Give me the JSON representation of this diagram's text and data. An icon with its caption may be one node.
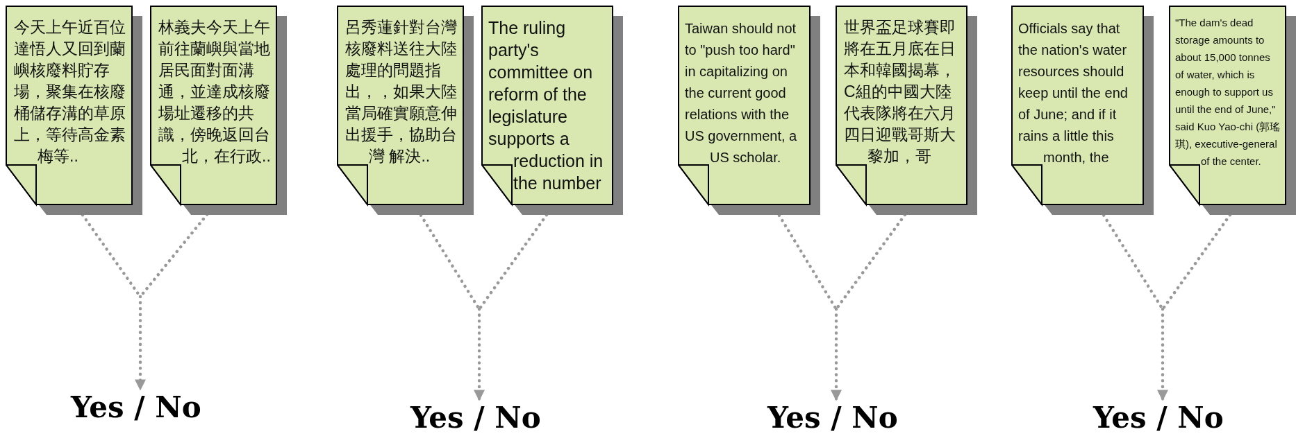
{
  "diagram": {
    "nodes": [
      {
        "text": [
          "今天上午近百位達悟人又回到蘭嶼核廢料貯存場，聚集在核廢桶儲存溝的草原上，等待高金素梅等.."
        ]
      },
      {
        "text": [
          "林義夫今天上午前往蘭嶼與當地居民面對面溝通，並達成核廢場址遷移的共識，傍晚返回台北，在行政.."
        ]
      },
      {
        "text": [
          "呂秀蓮針對台灣核廢料送往大陸處理的問題指出，，如果大陸當局確實願意伸出援手，協助台灣 解決.."
        ]
      },
      {
        "text": [
          "The ruling party's committee on reform of the legislature supports a reduction in the number"
        ]
      },
      {
        "text": [
          "Taiwan should not to \"push too hard\" in capitalizing on the current good relations with the US government, a US scholar."
        ]
      },
      {
        "text": [
          "世界盃足球賽即將在五月底在日本和韓國揭幕，C組的中國大陸代表隊將在六月四日迎戰哥斯大黎加，哥"
        ]
      },
      {
        "text": [
          "Officials say that the nation's water resources should keep until the end of June; and if it rains a little this month, the"
        ]
      },
      {
        "text": [
          "\"The dam's dead storage amounts to about 15,000 tonnes of water, which is enough to support us until the end of June,\" said Kuo Yao-chi (郭瑤琪), executive-general of the center."
        ]
      },
      {
        "text": [
          "Yes / No"
        ]
      },
      {
        "text": [
          "Yes / No"
        ]
      },
      {
        "text": [
          "Yes / No"
        ]
      },
      {
        "text": [
          "Yes / No"
        ]
      }
    ],
    "edges": [
      {
        "from": 0,
        "to": 8,
        "arrow": "to"
      },
      {
        "from": 1,
        "to": 8,
        "arrow": "to"
      },
      {
        "from": 2,
        "to": 9,
        "arrow": "to"
      },
      {
        "from": 3,
        "to": 9,
        "arrow": "to"
      },
      {
        "from": 4,
        "to": 10,
        "arrow": "to"
      },
      {
        "from": 5,
        "to": 10,
        "arrow": "to"
      },
      {
        "from": 6,
        "to": 11,
        "arrow": "to"
      },
      {
        "from": 7,
        "to": 11,
        "arrow": "to"
      }
    ]
  }
}
